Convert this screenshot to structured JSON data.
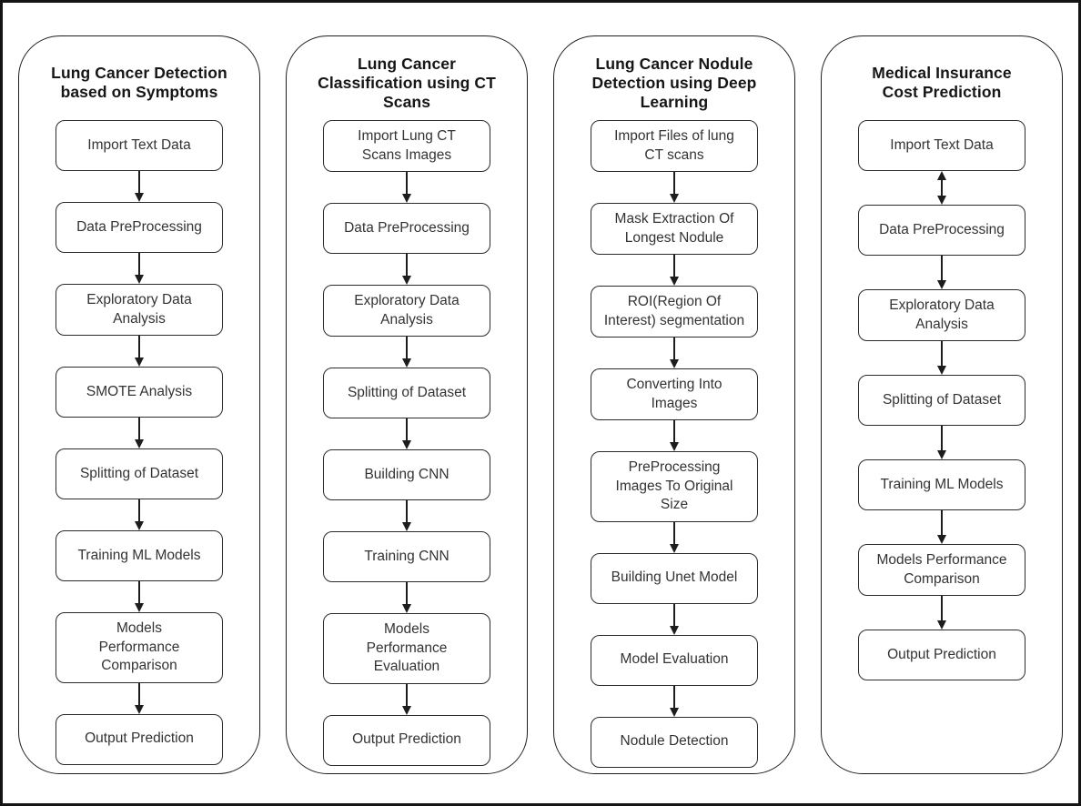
{
  "colors": {
    "background": "#ffffff",
    "line": "#1d1d1d",
    "box_border": "#2b2b2b",
    "title_text": "#161616",
    "step_text": "#333333"
  },
  "diagram": {
    "columns": [
      {
        "title_lines": [
          "Lung Cancer Detection",
          "based on Symptoms"
        ],
        "steps": [
          {
            "lines": [
              "Import Text Data"
            ]
          },
          {
            "lines": [
              "Data PreProcessing"
            ]
          },
          {
            "lines": [
              "Exploratory Data",
              "Analysis"
            ]
          },
          {
            "lines": [
              "SMOTE Analysis"
            ]
          },
          {
            "lines": [
              "Splitting of Dataset"
            ]
          },
          {
            "lines": [
              "Training ML Models"
            ]
          },
          {
            "lines": [
              "Models",
              "Performance",
              "Comparison"
            ]
          },
          {
            "lines": [
              "Output Prediction"
            ]
          }
        ],
        "connectors": [
          "down",
          "down",
          "down",
          "down",
          "down",
          "down",
          "down"
        ]
      },
      {
        "title_lines": [
          "Lung Cancer",
          "Classification using CT",
          "Scans"
        ],
        "steps": [
          {
            "lines": [
              "Import Lung CT",
              "Scans Images"
            ]
          },
          {
            "lines": [
              "Data PreProcessing"
            ]
          },
          {
            "lines": [
              "Exploratory Data",
              "Analysis"
            ]
          },
          {
            "lines": [
              "Splitting of Dataset"
            ]
          },
          {
            "lines": [
              "Building CNN"
            ]
          },
          {
            "lines": [
              "Training CNN"
            ]
          },
          {
            "lines": [
              "Models",
              "Performance",
              "Evaluation"
            ]
          },
          {
            "lines": [
              "Output Prediction"
            ]
          }
        ],
        "connectors": [
          "down",
          "down",
          "down",
          "down",
          "down",
          "down",
          "down"
        ]
      },
      {
        "title_lines": [
          "Lung Cancer Nodule",
          "Detection using Deep",
          "Learning"
        ],
        "steps": [
          {
            "lines": [
              "Import Files of lung",
              "CT scans"
            ]
          },
          {
            "lines": [
              "Mask Extraction Of",
              "Longest Nodule"
            ]
          },
          {
            "lines": [
              "ROI(Region Of",
              "Interest) segmentation"
            ]
          },
          {
            "lines": [
              "Converting Into",
              "Images"
            ]
          },
          {
            "lines": [
              "PreProcessing",
              "Images To Original",
              "Size"
            ]
          },
          {
            "lines": [
              "Building Unet Model"
            ]
          },
          {
            "lines": [
              "Model Evaluation"
            ]
          },
          {
            "lines": [
              "Nodule Detection"
            ]
          }
        ],
        "connectors": [
          "down",
          "down",
          "down",
          "down",
          "down",
          "down",
          "down"
        ]
      },
      {
        "title_lines": [
          "Medical Insurance",
          "Cost Prediction"
        ],
        "steps": [
          {
            "lines": [
              "Import  Text Data"
            ]
          },
          {
            "lines": [
              "Data PreProcessing"
            ]
          },
          {
            "lines": [
              "Exploratory Data",
              "Analysis"
            ]
          },
          {
            "lines": [
              "Splitting of Dataset"
            ]
          },
          {
            "lines": [
              "Training ML Models"
            ]
          },
          {
            "lines": [
              "Models Performance",
              "Comparison"
            ]
          },
          {
            "lines": [
              "Output Prediction"
            ]
          }
        ],
        "connectors": [
          "both",
          "down",
          "down",
          "down",
          "down",
          "down"
        ]
      }
    ]
  }
}
